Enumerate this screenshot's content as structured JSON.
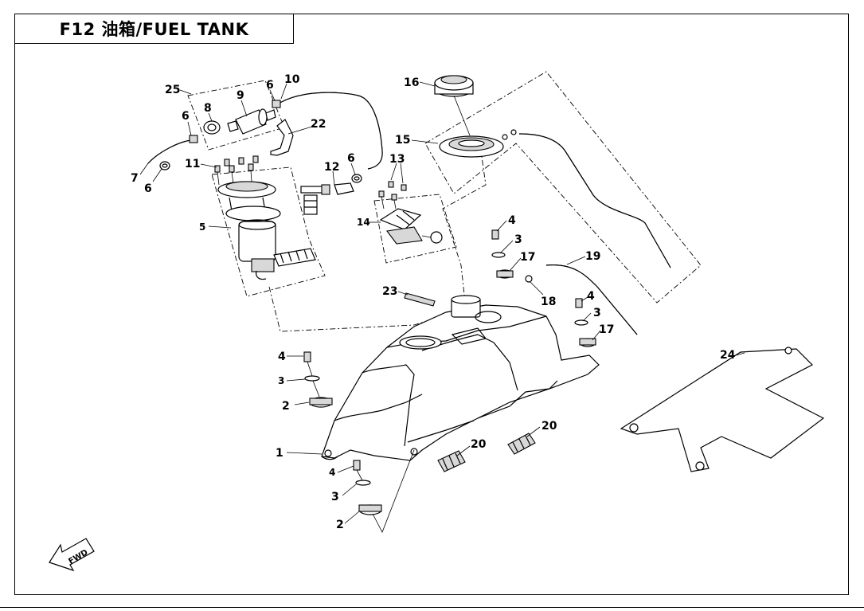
{
  "header": {
    "title": "F12 油箱/FUEL TANK"
  },
  "fwd_arrow": {
    "label": "FWD"
  },
  "callouts": {
    "c1": "1",
    "c2a": "2",
    "c2b": "2",
    "c3a": "3",
    "c3b": "3",
    "c3c": "3",
    "c3d": "3",
    "c4a": "4",
    "c4b": "4",
    "c4c": "4",
    "c4d": "4",
    "c5": "5",
    "c6a": "6",
    "c6b": "6",
    "c6c": "6",
    "c6d": "6",
    "c7": "7",
    "c8": "8",
    "c9": "9",
    "c10": "10",
    "c11": "11",
    "c12": "12",
    "c13": "13",
    "c14": "14",
    "c15": "15",
    "c16": "16",
    "c17a": "17",
    "c17b": "17",
    "c18": "18",
    "c19": "19",
    "c20a": "20",
    "c20b": "20",
    "c22": "22",
    "c23": "23",
    "c24": "24",
    "c25": "25"
  }
}
